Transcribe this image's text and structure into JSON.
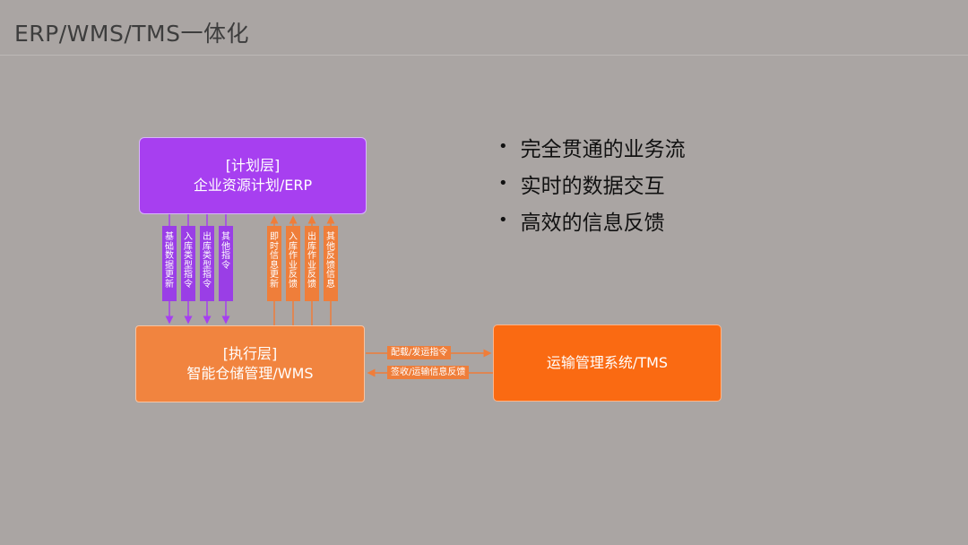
{
  "title": "ERP/WMS/TMS一体化",
  "erp": {
    "line1": "[计划层]",
    "line2": "企业资源计划/ERP"
  },
  "wms": {
    "line1": "[执行层]",
    "line2": "智能仓储管理/WMS"
  },
  "tms": {
    "line1": "运输管理系统/TMS"
  },
  "down_labels": [
    "基础数据更新",
    "入库类型指令",
    "出库类型指令",
    "其他指令"
  ],
  "up_labels": [
    "即时信息更新",
    "入库作业反馈",
    "出库作业反馈",
    "其他反馈信息"
  ],
  "h_labels": {
    "to_tms": "配载/发运指令",
    "to_wms": "签收/运输信息反馈"
  },
  "bullets": [
    "完全贯通的业务流",
    "实时的数据交互",
    "高效的信息反馈"
  ],
  "colors": {
    "purple": "#a73ff0",
    "orange": "#f1843f",
    "tms_orange": "#fa6a12",
    "background": "#aaa5a3"
  }
}
